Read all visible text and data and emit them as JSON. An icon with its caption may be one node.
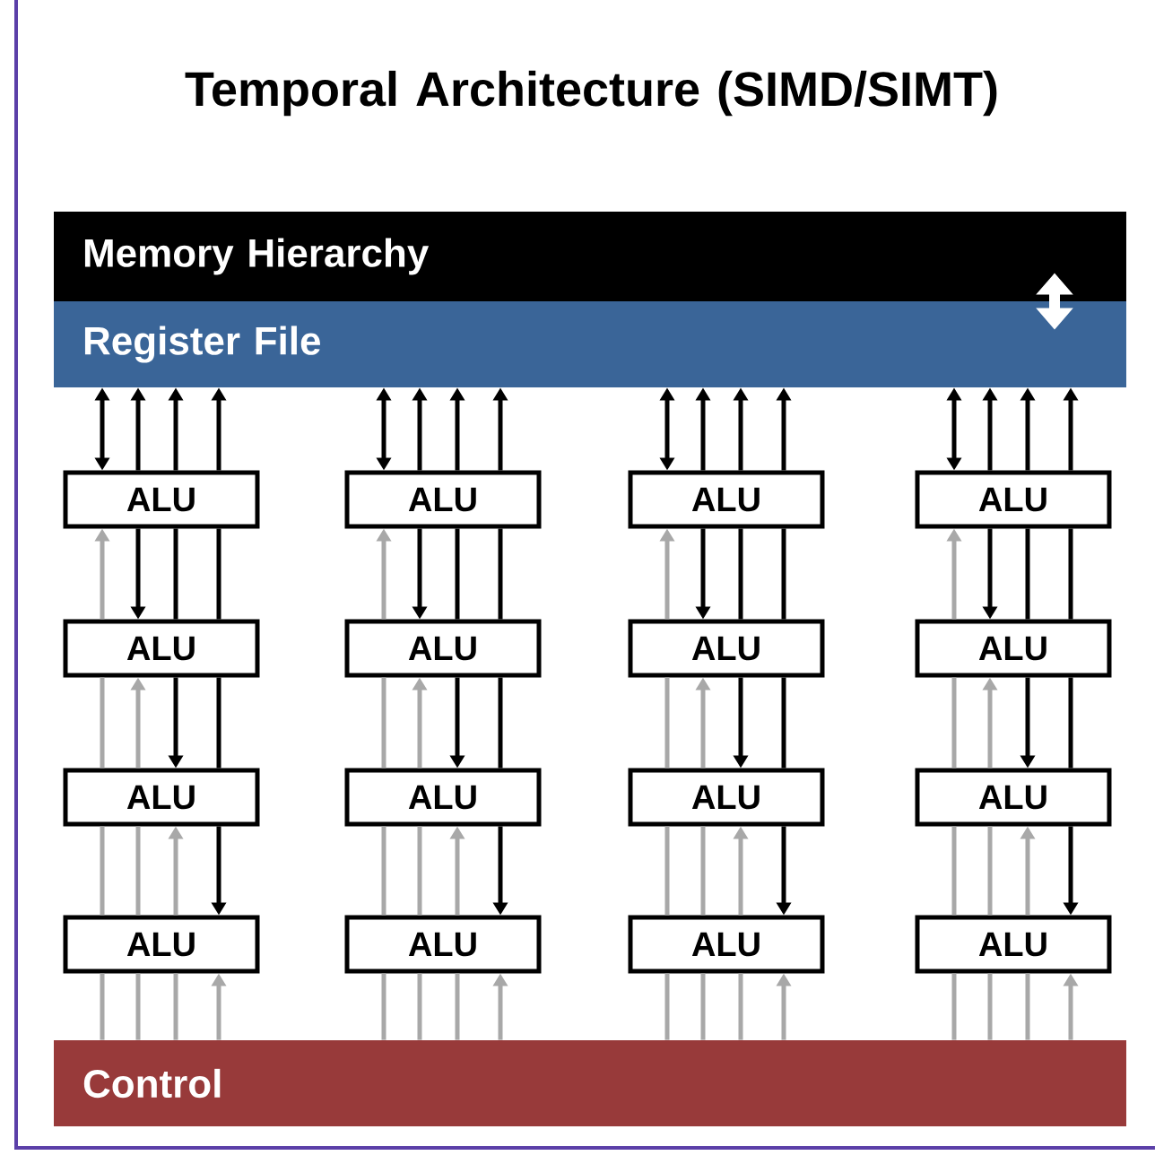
{
  "diagram": {
    "title": "Temporal Architecture (SIMD/SIMT)",
    "nodes": [
      {
        "text": [
          "Memory Hierarchy"
        ]
      },
      {
        "text": [
          "Register File"
        ]
      },
      {
        "text": [
          "ALU"
        ]
      },
      {
        "text": [
          "ALU"
        ]
      },
      {
        "text": [
          "ALU"
        ]
      },
      {
        "text": [
          "ALU"
        ]
      },
      {
        "text": [
          "ALU"
        ]
      },
      {
        "text": [
          "ALU"
        ]
      },
      {
        "text": [
          "ALU"
        ]
      },
      {
        "text": [
          "ALU"
        ]
      },
      {
        "text": [
          "ALU"
        ]
      },
      {
        "text": [
          "ALU"
        ]
      },
      {
        "text": [
          "ALU"
        ]
      },
      {
        "text": [
          "ALU"
        ]
      },
      {
        "text": [
          "ALU"
        ]
      },
      {
        "text": [
          "ALU"
        ]
      },
      {
        "text": [
          "ALU"
        ]
      },
      {
        "text": [
          "ALU"
        ]
      },
      {
        "text": [
          "Control"
        ]
      }
    ],
    "edges": [
      {
        "from": 0,
        "to": 1,
        "arrow": "both",
        "style": "thick",
        "color": "#ffffff"
      },
      {
        "from": 2,
        "to": 1,
        "arrow": "both"
      },
      {
        "from": 2,
        "to": 1,
        "arrow": "to"
      },
      {
        "from": 2,
        "to": 1,
        "arrow": "to"
      },
      {
        "from": 2,
        "to": 1,
        "arrow": "to"
      },
      {
        "from": 3,
        "to": 1,
        "arrow": "both"
      },
      {
        "from": 3,
        "to": 1,
        "arrow": "to"
      },
      {
        "from": 3,
        "to": 1,
        "arrow": "to"
      },
      {
        "from": 3,
        "to": 1,
        "arrow": "to"
      },
      {
        "from": 4,
        "to": 1,
        "arrow": "both"
      },
      {
        "from": 4,
        "to": 1,
        "arrow": "to"
      },
      {
        "from": 4,
        "to": 1,
        "arrow": "to"
      },
      {
        "from": 4,
        "to": 1,
        "arrow": "to"
      },
      {
        "from": 5,
        "to": 1,
        "arrow": "both"
      },
      {
        "from": 5,
        "to": 1,
        "arrow": "to"
      },
      {
        "from": 5,
        "to": 1,
        "arrow": "to"
      },
      {
        "from": 5,
        "to": 1,
        "arrow": "to"
      },
      {
        "from": 6,
        "to": 2,
        "arrow": "to",
        "color": "#a8a8a8"
      },
      {
        "from": 2,
        "to": 6,
        "arrow": "to"
      },
      {
        "from": 2,
        "to": 6,
        "arrow": "none"
      },
      {
        "from": 2,
        "to": 6,
        "arrow": "none"
      },
      {
        "from": 7,
        "to": 3,
        "arrow": "to",
        "color": "#a8a8a8"
      },
      {
        "from": 3,
        "to": 7,
        "arrow": "to"
      },
      {
        "from": 3,
        "to": 7,
        "arrow": "none"
      },
      {
        "from": 3,
        "to": 7,
        "arrow": "none"
      },
      {
        "from": 8,
        "to": 4,
        "arrow": "to",
        "color": "#a8a8a8"
      },
      {
        "from": 4,
        "to": 8,
        "arrow": "to"
      },
      {
        "from": 4,
        "to": 8,
        "arrow": "none"
      },
      {
        "from": 4,
        "to": 8,
        "arrow": "none"
      },
      {
        "from": 9,
        "to": 5,
        "arrow": "to",
        "color": "#a8a8a8"
      },
      {
        "from": 5,
        "to": 9,
        "arrow": "to"
      },
      {
        "from": 5,
        "to": 9,
        "arrow": "none"
      },
      {
        "from": 5,
        "to": 9,
        "arrow": "none"
      },
      {
        "from": 6,
        "to": 10,
        "arrow": "none",
        "color": "#a8a8a8"
      },
      {
        "from": 10,
        "to": 6,
        "arrow": "to",
        "color": "#a8a8a8"
      },
      {
        "from": 6,
        "to": 10,
        "arrow": "to"
      },
      {
        "from": 6,
        "to": 10,
        "arrow": "none"
      },
      {
        "from": 7,
        "to": 11,
        "arrow": "none",
        "color": "#a8a8a8"
      },
      {
        "from": 11,
        "to": 7,
        "arrow": "to",
        "color": "#a8a8a8"
      },
      {
        "from": 7,
        "to": 11,
        "arrow": "to"
      },
      {
        "from": 7,
        "to": 11,
        "arrow": "none"
      },
      {
        "from": 8,
        "to": 12,
        "arrow": "none",
        "color": "#a8a8a8"
      },
      {
        "from": 12,
        "to": 8,
        "arrow": "to",
        "color": "#a8a8a8"
      },
      {
        "from": 8,
        "to": 12,
        "arrow": "to"
      },
      {
        "from": 8,
        "to": 12,
        "arrow": "none"
      },
      {
        "from": 9,
        "to": 13,
        "arrow": "none",
        "color": "#a8a8a8"
      },
      {
        "from": 13,
        "to": 9,
        "arrow": "to",
        "color": "#a8a8a8"
      },
      {
        "from": 9,
        "to": 13,
        "arrow": "to"
      },
      {
        "from": 9,
        "to": 13,
        "arrow": "none"
      },
      {
        "from": 10,
        "to": 14,
        "arrow": "none",
        "color": "#a8a8a8"
      },
      {
        "from": 10,
        "to": 14,
        "arrow": "none",
        "color": "#a8a8a8"
      },
      {
        "from": 14,
        "to": 10,
        "arrow": "to",
        "color": "#a8a8a8"
      },
      {
        "from": 10,
        "to": 14,
        "arrow": "to"
      },
      {
        "from": 11,
        "to": 15,
        "arrow": "none",
        "color": "#a8a8a8"
      },
      {
        "from": 11,
        "to": 15,
        "arrow": "none",
        "color": "#a8a8a8"
      },
      {
        "from": 15,
        "to": 11,
        "arrow": "to",
        "color": "#a8a8a8"
      },
      {
        "from": 11,
        "to": 15,
        "arrow": "to"
      },
      {
        "from": 12,
        "to": 16,
        "arrow": "none",
        "color": "#a8a8a8"
      },
      {
        "from": 12,
        "to": 16,
        "arrow": "none",
        "color": "#a8a8a8"
      },
      {
        "from": 16,
        "to": 12,
        "arrow": "to",
        "color": "#a8a8a8"
      },
      {
        "from": 12,
        "to": 16,
        "arrow": "to"
      },
      {
        "from": 13,
        "to": 17,
        "arrow": "none",
        "color": "#a8a8a8"
      },
      {
        "from": 13,
        "to": 17,
        "arrow": "none",
        "color": "#a8a8a8"
      },
      {
        "from": 17,
        "to": 13,
        "arrow": "to",
        "color": "#a8a8a8"
      },
      {
        "from": 13,
        "to": 17,
        "arrow": "to"
      },
      {
        "from": 14,
        "to": 18,
        "arrow": "none",
        "color": "#a8a8a8"
      },
      {
        "from": 15,
        "to": 18,
        "arrow": "none",
        "color": "#a8a8a8"
      },
      {
        "from": 16,
        "to": 18,
        "arrow": "none",
        "color": "#a8a8a8"
      },
      {
        "from": 17,
        "to": 18,
        "arrow": "none",
        "color": "#a8a8a8"
      },
      {
        "from": 14,
        "to": 18,
        "arrow": "none",
        "color": "#a8a8a8"
      },
      {
        "from": 15,
        "to": 18,
        "arrow": "none",
        "color": "#a8a8a8"
      },
      {
        "from": 16,
        "to": 18,
        "arrow": "none",
        "color": "#a8a8a8"
      },
      {
        "from": 17,
        "to": 18,
        "arrow": "none",
        "color": "#a8a8a8"
      },
      {
        "from": 14,
        "to": 18,
        "arrow": "none",
        "color": "#a8a8a8"
      },
      {
        "from": 15,
        "to": 18,
        "arrow": "none",
        "color": "#a8a8a8"
      },
      {
        "from": 16,
        "to": 18,
        "arrow": "none",
        "color": "#a8a8a8"
      },
      {
        "from": 17,
        "to": 18,
        "arrow": "none",
        "color": "#a8a8a8"
      },
      {
        "from": 18,
        "to": 14,
        "arrow": "to",
        "color": "#a8a8a8"
      },
      {
        "from": 18,
        "to": 15,
        "arrow": "to",
        "color": "#a8a8a8"
      },
      {
        "from": 18,
        "to": 16,
        "arrow": "to",
        "color": "#a8a8a8"
      },
      {
        "from": 18,
        "to": 17,
        "arrow": "to",
        "color": "#a8a8a8"
      }
    ]
  }
}
